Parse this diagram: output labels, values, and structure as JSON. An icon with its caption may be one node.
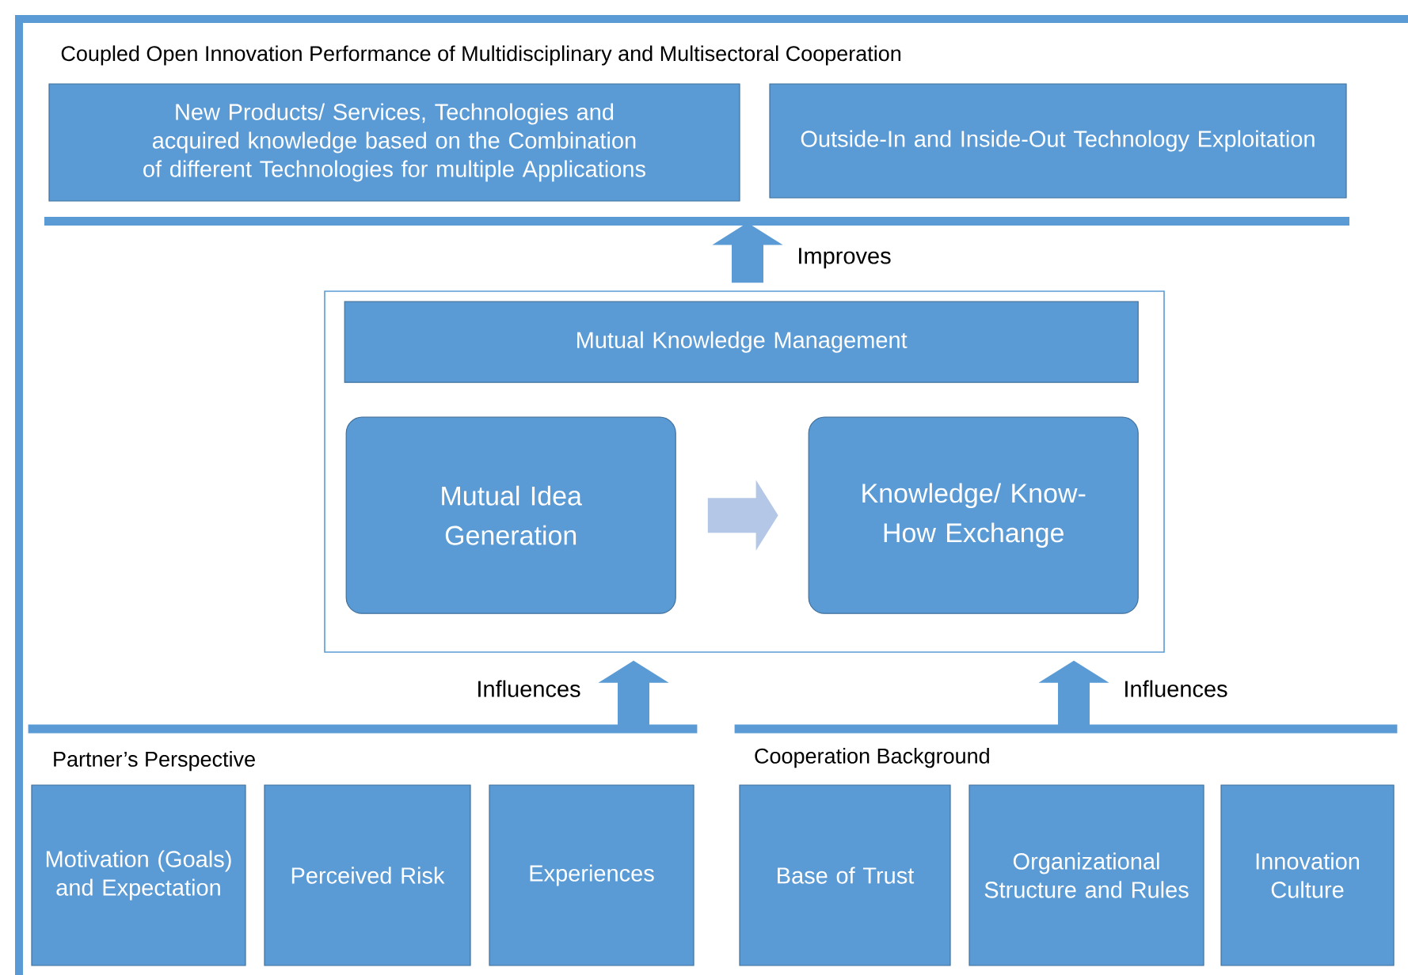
{
  "diagram": {
    "nodes": [
      {
        "text": [
          "Coupled Open Innovation Performance of Multidisciplinary and Multisectoral Cooperation"
        ]
      },
      {
        "text": [
          "New Products/ Services, Technologies and acquired knowledge based on the Combination of different Technologies for multiple Applications"
        ]
      },
      {
        "text": [
          "Outside-In and Inside-Out Technology Exploitation"
        ]
      },
      {
        "text": [],
        "shape": "bar"
      },
      {
        "text": [],
        "shape": "box"
      },
      {
        "text": [
          "Mutual Knowledge Management"
        ],
        "in": 4
      },
      {
        "text": [
          "Mutual Idea Generation"
        ],
        "in": 4
      },
      {
        "text": [
          "Knowledge/ Know-How Exchange"
        ],
        "in": 4
      },
      {
        "text": [
          "Partner’s Perspective"
        ]
      },
      {
        "text": [
          "Motivation (Goals) and Expectation"
        ]
      },
      {
        "text": [
          "Perceived Risk"
        ]
      },
      {
        "text": [
          "Experiences"
        ]
      },
      {
        "text": [
          "Cooperation Background"
        ]
      },
      {
        "text": [
          "Base of Trust"
        ]
      },
      {
        "text": [
          "Organizational Structure and Rules"
        ]
      },
      {
        "text": [
          "Innovation Culture"
        ]
      }
    ],
    "edges": [
      {
        "from": 4,
        "to": 3,
        "arrow": "to",
        "label": "Improves"
      },
      {
        "from": 8,
        "to": 4,
        "arrow": "to",
        "label": "Influences"
      },
      {
        "from": 12,
        "to": 4,
        "arrow": "to",
        "label": "Influences"
      },
      {
        "from": 6,
        "to": 7,
        "arrow": "to",
        "color": "#b4c7e7"
      }
    ]
  }
}
